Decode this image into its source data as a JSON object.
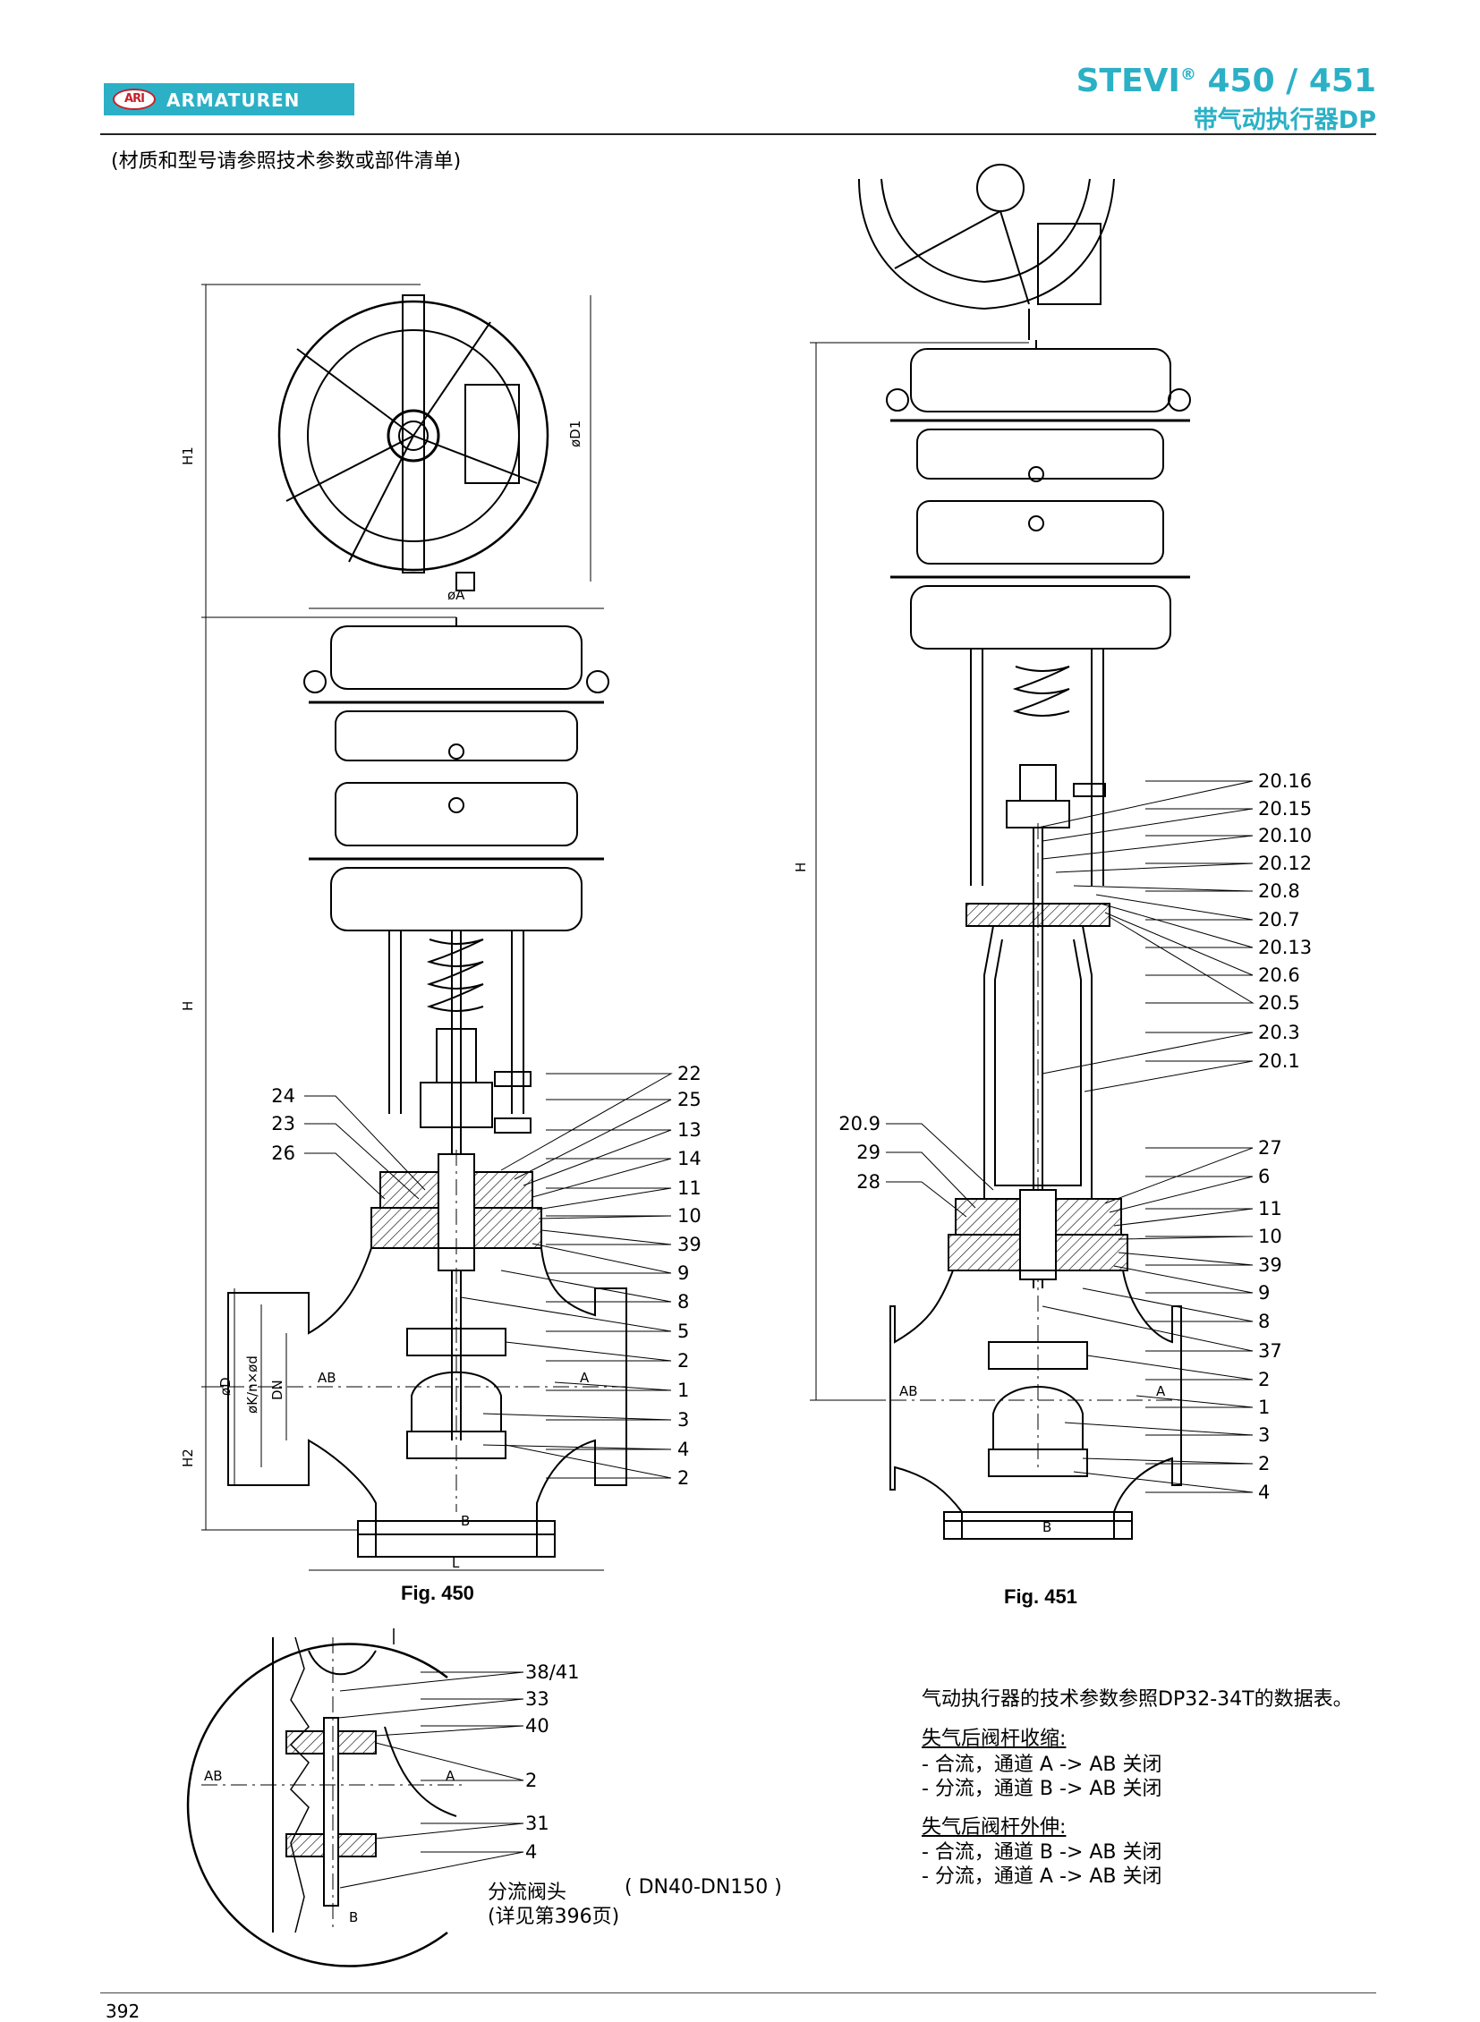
{
  "header": {
    "logo_badge": "ARI",
    "logo_word": "ARMATUREN",
    "title_main": "STEVI",
    "title_reg": "®",
    "title_models": " 450 / 451",
    "title_sub": "带气动执行器DP"
  },
  "material_note": "(材质和型号请参照技术参数或部件清单)",
  "fig450": {
    "caption": "Fig. 450",
    "dims": {
      "H1": "H1",
      "H": "H",
      "H2": "H2",
      "D1": "øD1",
      "A": "øA",
      "L": "L",
      "D": "øD",
      "K": "øK/n×ød",
      "DN": "DN"
    },
    "ports": {
      "AB": "AB",
      "A": "A",
      "B": "B"
    },
    "callouts_left": [
      "24",
      "23",
      "26"
    ],
    "callouts_right": [
      "22",
      "25",
      "13",
      "14",
      "11",
      "10",
      "39",
      "9",
      "8",
      "5",
      "2",
      "1",
      "3",
      "4",
      "2"
    ]
  },
  "fig451": {
    "caption": "Fig. 451",
    "dims": {
      "H": "H"
    },
    "ports": {
      "AB": "AB",
      "A": "A",
      "B": "B"
    },
    "callouts_left": [
      "20.9",
      "29",
      "28"
    ],
    "callouts_right": [
      "20.16",
      "20.15",
      "20.10",
      "20.12",
      "20.8",
      "20.7",
      "20.13",
      "20.6",
      "20.5",
      "20.3",
      "20.1",
      "27",
      "6",
      "11",
      "10",
      "39",
      "9",
      "8",
      "37",
      "2",
      "1",
      "3",
      "2",
      "4"
    ]
  },
  "detail": {
    "ports": {
      "AB": "AB",
      "A": "A",
      "B": "B"
    },
    "callouts": [
      "38/41",
      "33",
      "40",
      "2",
      "31",
      "4"
    ],
    "plug_label": "分流阀头",
    "range_label": "( DN40-DN150 )",
    "ref_label": "(详见第396页)"
  },
  "notes": {
    "actuator": "气动执行器的技术参数参照DP32-34T的数据表。",
    "fail_retract_title": "失气后阀杆收缩:",
    "fail_retract_1": "- 合流，通道 A -> AB 关闭",
    "fail_retract_2": "- 分流，通道 B -> AB 关闭",
    "fail_extend_title": "失气后阀杆外伸:",
    "fail_extend_1": "- 合流，通道 B -> AB 关闭",
    "fail_extend_2": "- 分流，通道 A -> AB 关闭"
  },
  "page_number": "392",
  "colors": {
    "brand": "#2bb0c6",
    "logo_red": "#c8202a",
    "line": "#000000"
  }
}
